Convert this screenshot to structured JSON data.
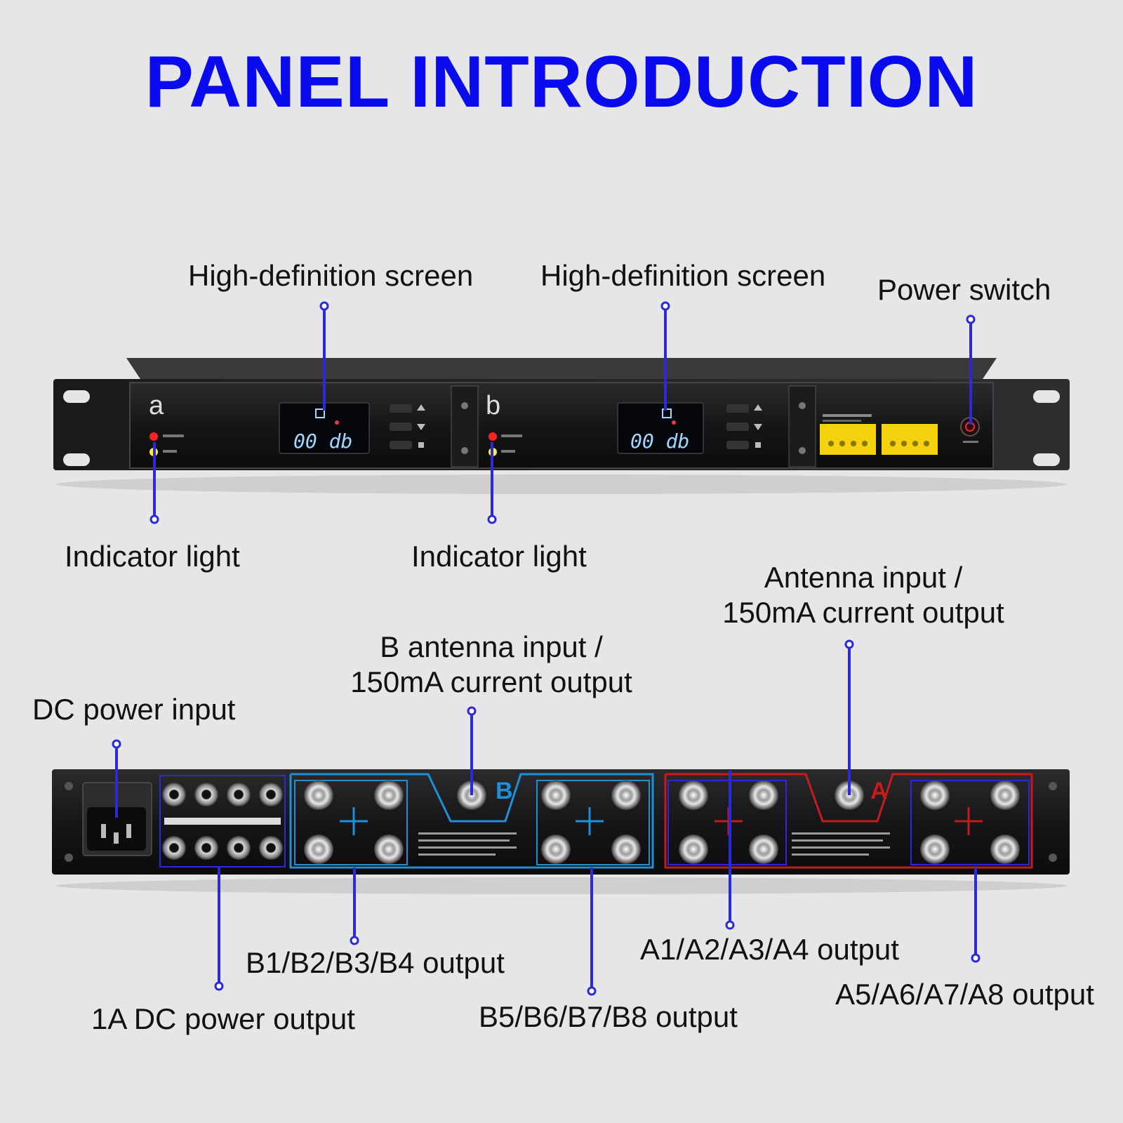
{
  "title": "PANEL INTRODUCTION",
  "front_panel": {
    "channel_a": "a",
    "channel_b": "b",
    "screen_a_reading": "00 db",
    "screen_b_reading": "00 db",
    "labels": {
      "screen_a": "High-definition screen",
      "screen_b": "High-definition screen",
      "power_switch": "Power switch",
      "indicator_a": "Indicator light",
      "indicator_b": "Indicator light"
    }
  },
  "rear_panel": {
    "group_b": "B",
    "group_a": "A",
    "labels": {
      "dc_power_input": "DC power input",
      "b_antenna_line1": "B antenna input /",
      "b_antenna_line2": "150mA current output",
      "a_antenna_line1": "Antenna input /",
      "a_antenna_line2": "150mA current output",
      "dc_power_output": "1A DC power output",
      "b1_b4": "B1/B2/B3/B4 output",
      "b5_b8": "B5/B6/B7/B8 output",
      "a1_a4": "A1/A2/A3/A4 output",
      "a5_a8": "A5/A6/A7/A8 output"
    }
  },
  "colors": {
    "title": "#0a0aee",
    "callout": "#2a2ad8",
    "group_b": "#1f8fd6",
    "group_a": "#c41c1c",
    "screen_text": "#9fd8ff",
    "led_red": "#ff2222",
    "led_yellow": "#ffee33"
  }
}
